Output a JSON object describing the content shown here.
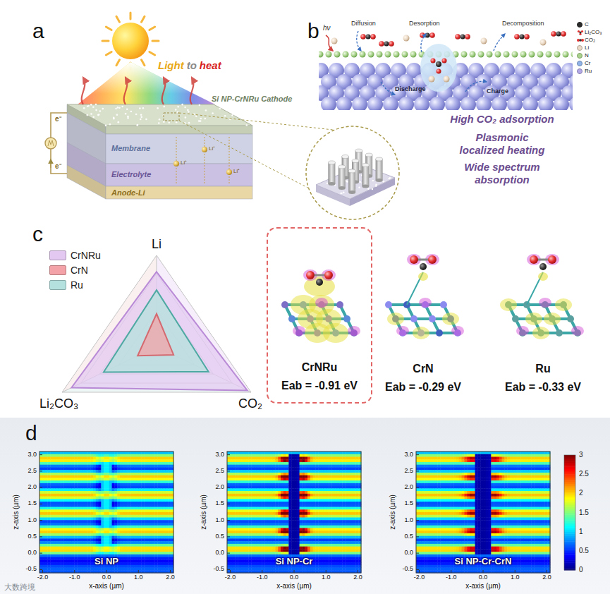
{
  "diagram": {
    "nodes": [
      {
        "text": [
          "CrNRu",
          "Eab = -0.91 eV"
        ]
      }
    ],
    "labels": [
      "a",
      "Light",
      "to",
      "heat",
      "Si NP-CrNRu Cathode",
      "Membrane",
      "Electrolyte",
      "Anode-Li",
      "e⁻",
      "e⁻",
      "Li⁺",
      "Li⁺",
      "Li⁺",
      "b",
      "hν",
      "Diffusion",
      "Desorption",
      "Discharge",
      "Charge",
      "Decomposition",
      "High CO₂ adsorption",
      "Plasmonic localized heating",
      "Wide spectrum absorption",
      "c",
      "Li",
      "CO₂",
      "Li₂CO₃",
      "CrN",
      "Eab = -0.29 eV",
      "Ru",
      "Eab = -0.33 eV",
      "d",
      "Si NP",
      "z-axis (µm)",
      "x-axis (µm)",
      "3.0",
      "2.5",
      "2.0",
      "1.5",
      "1.0",
      "0.5",
      "0.0",
      "-0.5",
      "-2.0",
      "-1.0",
      "0.0",
      "1.0",
      "2.0",
      "Si NP-Cr",
      "z-axis (µm)",
      "x-axis (µm)",
      "3.0",
      "2.5",
      "2.0",
      "1.5",
      "1.0",
      "0.5",
      "0.0",
      "-0.5",
      "-2.0",
      "-1.0",
      "0.0",
      "1.0",
      "2.0",
      "Si NP-Cr-CrN",
      "z-axis (µm)",
      "x-axis (µm)",
      "3.0",
      "2.5",
      "2.0",
      "1.5",
      "1.0",
      "0.5",
      "0.0",
      "-0.5",
      "-2.0",
      "-1.0",
      "0.0",
      "1.0",
      "2.0",
      "3",
      "2.5",
      "2",
      "1.5",
      "1",
      "0.5",
      "0",
      "大数跨境"
    ],
    "legend": [
      {
        "text": "C",
        "color": "#2b2b2b"
      },
      {
        "text": "Li₂CO₃"
      },
      {
        "text": "CO₂"
      },
      {
        "text": "Li",
        "color": "#ead9c6"
      },
      {
        "text": "N",
        "color": "#a9d38c"
      },
      {
        "text": "Cr",
        "color": "#8fb3e8"
      },
      {
        "text": "Ru",
        "color": "#b3a9e8"
      },
      {
        "text": "CrNRu",
        "color": "#e3c9f1"
      },
      {
        "text": "CrN",
        "color": "#f3a3a7"
      },
      {
        "text": "Ru",
        "color": "#b4e1de"
      }
    ]
  }
}
